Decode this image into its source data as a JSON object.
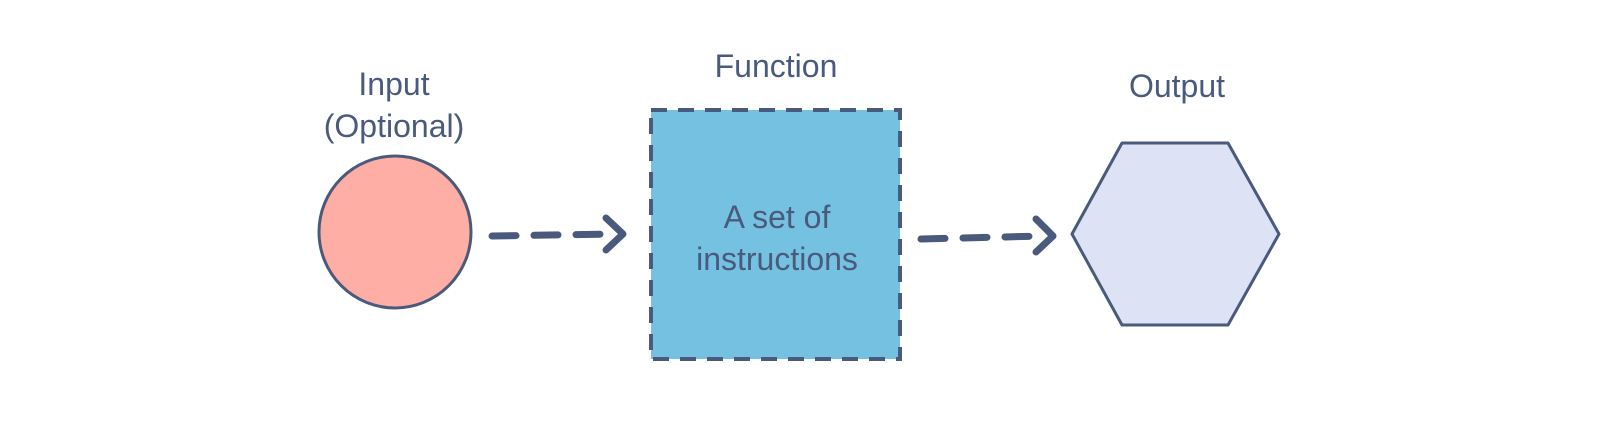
{
  "nodes": {
    "input": {
      "label_line1": "Input",
      "label_line2": "(Optional)",
      "fill": "#ffaea6",
      "stroke": "#4a5a7c"
    },
    "function": {
      "title": "Function",
      "body_line1": "A set of",
      "body_line2": "instructions",
      "fill": "#74c1e1",
      "stroke": "#4a5a7c"
    },
    "output": {
      "label": "Output",
      "fill": "#dde3f4",
      "stroke": "#4a5a7c"
    }
  },
  "edges": [
    {
      "from": "input",
      "to": "function",
      "style": "dashed",
      "color": "#4a5a7c"
    },
    {
      "from": "function",
      "to": "output",
      "style": "dashed",
      "color": "#4a5a7c"
    }
  ],
  "text_color": "#4a5a7c"
}
